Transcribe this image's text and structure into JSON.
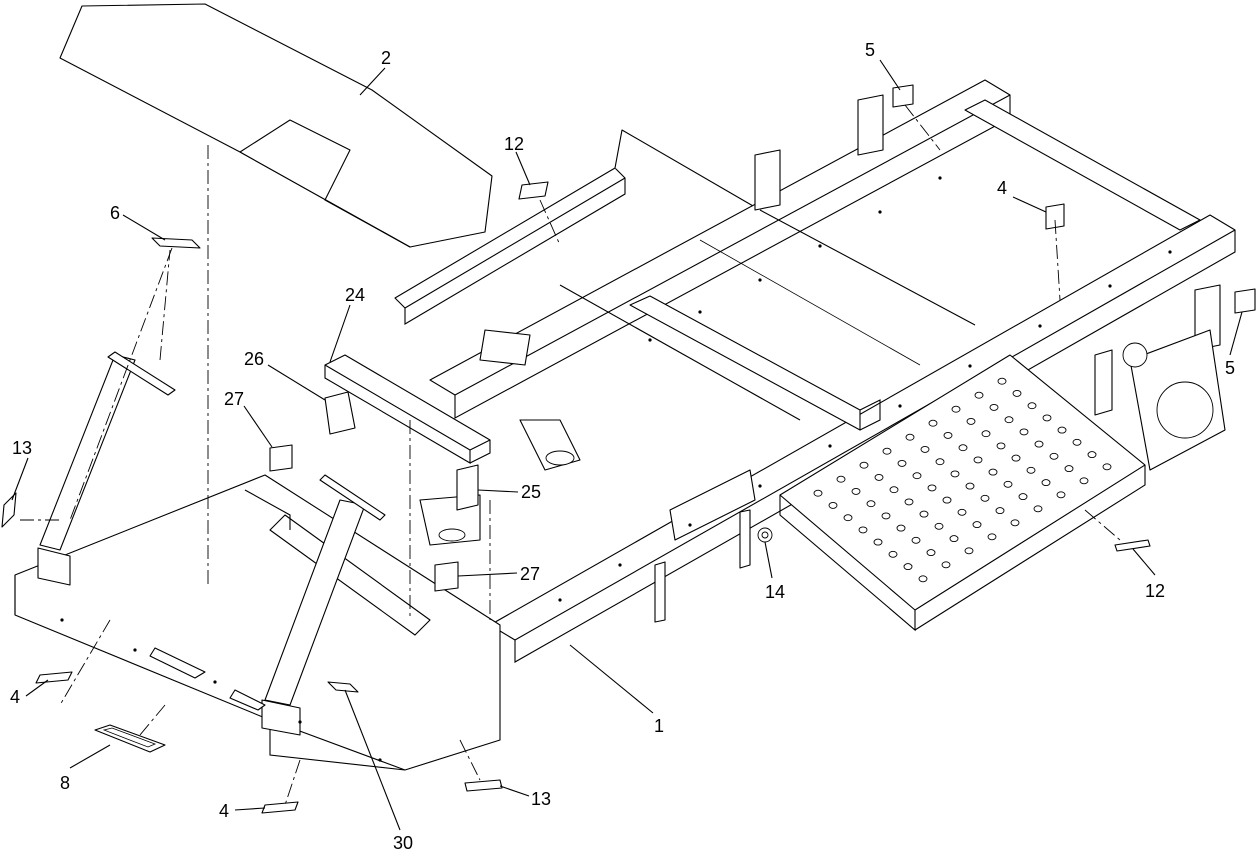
{
  "callouts": {
    "c1": "1",
    "c2": "2",
    "c4a": "4",
    "c4b": "4",
    "c4c": "4",
    "c5a": "5",
    "c5b": "5",
    "c6": "6",
    "c8": "8",
    "c12a": "12",
    "c12b": "12",
    "c13a": "13",
    "c13b": "13",
    "c14": "14",
    "c24": "24",
    "c25": "25",
    "c26": "26",
    "c27a": "27",
    "c27b": "27",
    "c30": "30"
  }
}
